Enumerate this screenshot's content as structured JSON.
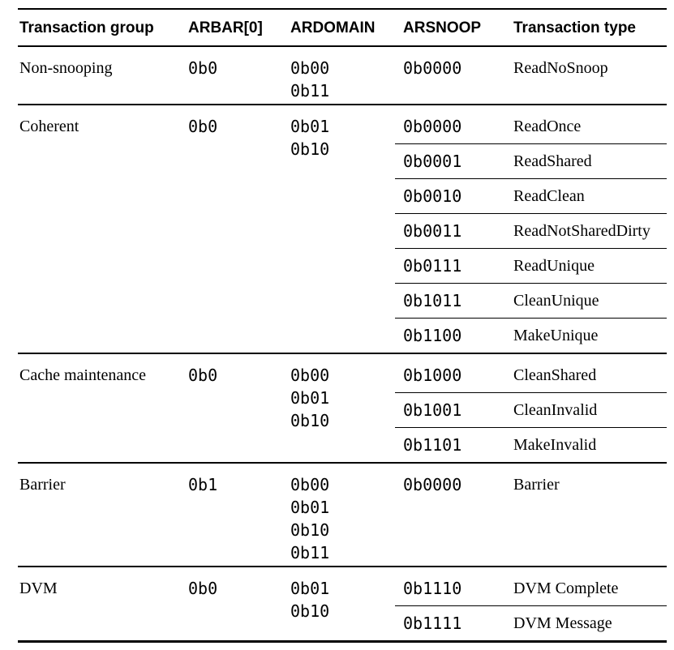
{
  "table": {
    "columns": {
      "group": "Transaction group",
      "arbar": "ARBAR[0]",
      "ardomain": "ARDOMAIN",
      "arsnoop": "ARSNOOP",
      "type": "Transaction type"
    },
    "colors": {
      "text": "#000000",
      "rule": "#000000",
      "background": "#ffffff"
    },
    "sections": [
      {
        "group": "Non-snooping",
        "arbar": "0b0",
        "ardomain": [
          "0b00",
          "0b11"
        ],
        "rows": [
          {
            "arsnoop": "0b0000",
            "type": "ReadNoSnoop"
          }
        ]
      },
      {
        "group": "Coherent",
        "arbar": "0b0",
        "ardomain": [
          "0b01",
          "0b10"
        ],
        "rows": [
          {
            "arsnoop": "0b0000",
            "type": "ReadOnce"
          },
          {
            "arsnoop": "0b0001",
            "type": "ReadShared"
          },
          {
            "arsnoop": "0b0010",
            "type": "ReadClean"
          },
          {
            "arsnoop": "0b0011",
            "type": "ReadNotSharedDirty"
          },
          {
            "arsnoop": "0b0111",
            "type": "ReadUnique"
          },
          {
            "arsnoop": "0b1011",
            "type": "CleanUnique"
          },
          {
            "arsnoop": "0b1100",
            "type": "MakeUnique"
          }
        ]
      },
      {
        "group": "Cache maintenance",
        "arbar": "0b0",
        "ardomain": [
          "0b00",
          "0b01",
          "0b10"
        ],
        "rows": [
          {
            "arsnoop": "0b1000",
            "type": "CleanShared"
          },
          {
            "arsnoop": "0b1001",
            "type": "CleanInvalid"
          },
          {
            "arsnoop": "0b1101",
            "type": "MakeInvalid"
          }
        ]
      },
      {
        "group": "Barrier",
        "arbar": "0b1",
        "ardomain": [
          "0b00",
          "0b01",
          "0b10",
          "0b11"
        ],
        "rows": [
          {
            "arsnoop": "0b0000",
            "type": "Barrier"
          }
        ]
      },
      {
        "group": "DVM",
        "arbar": "0b0",
        "ardomain": [
          "0b01",
          "0b10"
        ],
        "rows": [
          {
            "arsnoop": "0b1110",
            "type": "DVM Complete"
          },
          {
            "arsnoop": "0b1111",
            "type": "DVM Message"
          }
        ]
      }
    ]
  }
}
